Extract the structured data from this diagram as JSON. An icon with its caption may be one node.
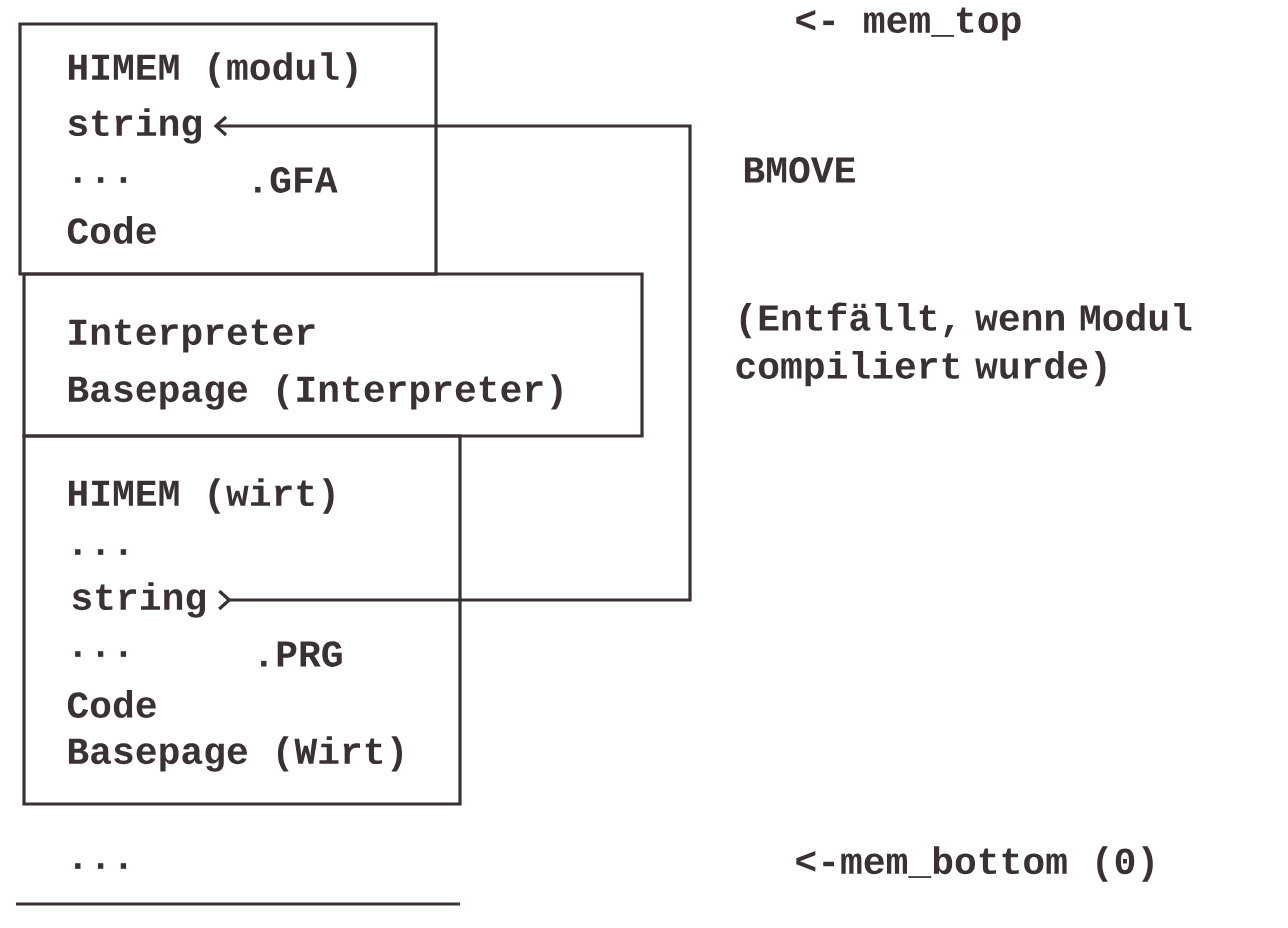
{
  "diagram": {
    "nodes": [
      {
        "text": [
          "HIMEM (modul)",
          "...",
          ".GFA",
          "Code"
        ]
      },
      {
        "text": [
          "string"
        ],
        "in": 0
      },
      {
        "text": [
          "Interpreter",
          "Basepage (Interpreter)"
        ],
        "beside": [
          "(Entfällt, wenn Modul compiliert wurde)"
        ]
      },
      {
        "text": [
          "HIMEM (wirt)",
          "...",
          "...",
          ".PRG",
          "Code",
          "Basepage (Wirt)"
        ]
      },
      {
        "text": [
          "string"
        ],
        "in": 3
      }
    ],
    "edges": [
      {
        "from": 4,
        "to": 1,
        "arrow": "to",
        "label": "BMOVE"
      }
    ],
    "labels": [
      "<- mem_top",
      "...",
      "<-mem_bottom (0)"
    ]
  }
}
